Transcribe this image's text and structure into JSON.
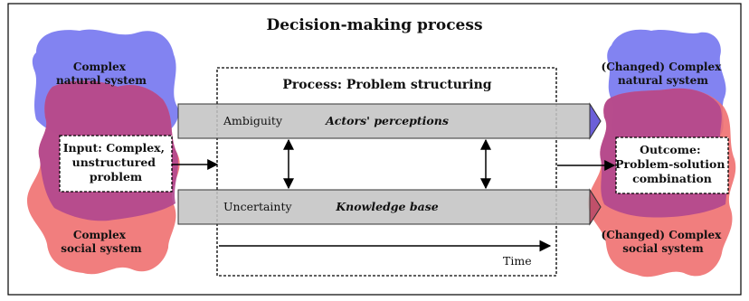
{
  "title": "Decision-making process",
  "left": {
    "natural_system": [
      "Complex",
      "natural system"
    ],
    "social_system": [
      "Complex",
      "social system"
    ],
    "input_box": [
      "Input: Complex,",
      "unstructured",
      "problem"
    ]
  },
  "right": {
    "natural_system": [
      "(Changed) Complex",
      "natural system"
    ],
    "social_system": [
      "(Changed) Complex",
      "social system"
    ],
    "outcome_box": [
      "Outcome:",
      "Problem-solution",
      "combination"
    ]
  },
  "process": {
    "title": "Process: Problem structuring",
    "top_band": {
      "left_label": "Ambiguity",
      "center_label": "Actors' perceptions"
    },
    "bottom_band": {
      "left_label": "Uncertainty",
      "center_label": "Knowledge base"
    },
    "time_label": "Time"
  },
  "colors": {
    "natural_blue": "#7b7cf0",
    "social_red": "#f07070",
    "overlap_purple": "#b0478f",
    "band_gray": "#c4c4c4",
    "frame": "#000000"
  }
}
